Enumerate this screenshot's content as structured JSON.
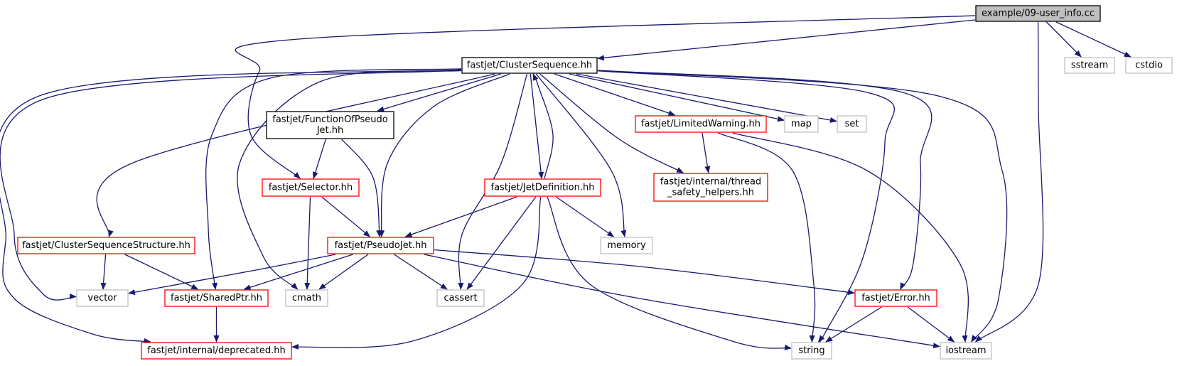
{
  "colors": {
    "edge": "#191970",
    "root_fill": "#bfbfbf",
    "root_border": "#000000",
    "documented_border": "#000000",
    "undocumented_border": "#ff0000",
    "system_border": "#bfbfbf"
  },
  "nodes": [
    {
      "id": "root",
      "kind": "root",
      "label": [
        "example/09-user_info.cc"
      ]
    },
    {
      "id": "cs",
      "kind": "documented",
      "label": [
        "fastjet/ClusterSequence.hh"
      ]
    },
    {
      "id": "sstream",
      "kind": "system",
      "label": [
        "sstream"
      ]
    },
    {
      "id": "cstdio",
      "kind": "system",
      "label": [
        "cstdio"
      ]
    },
    {
      "id": "fopj",
      "kind": "documented",
      "label": [
        "fastjet/FunctionOfPseudo",
        "Jet.hh"
      ]
    },
    {
      "id": "lw",
      "kind": "undocumented",
      "label": [
        "fastjet/LimitedWarning.hh"
      ]
    },
    {
      "id": "map",
      "kind": "system",
      "label": [
        "map"
      ]
    },
    {
      "id": "set",
      "kind": "system",
      "label": [
        "set"
      ]
    },
    {
      "id": "sel",
      "kind": "undocumented",
      "label": [
        "fastjet/Selector.hh"
      ]
    },
    {
      "id": "jd",
      "kind": "undocumented",
      "label": [
        "fastjet/JetDefinition.hh"
      ]
    },
    {
      "id": "tsh",
      "kind": "undocumented",
      "label": [
        "fastjet/internal/thread",
        "_safety_helpers.hh"
      ]
    },
    {
      "id": "css",
      "kind": "undocumented",
      "label": [
        "fastjet/ClusterSequenceStructure.hh"
      ]
    },
    {
      "id": "pj",
      "kind": "undocumented",
      "label": [
        "fastjet/PseudoJet.hh"
      ]
    },
    {
      "id": "memory",
      "kind": "system",
      "label": [
        "memory"
      ]
    },
    {
      "id": "vector",
      "kind": "system",
      "label": [
        "vector"
      ]
    },
    {
      "id": "sp",
      "kind": "undocumented",
      "label": [
        "fastjet/SharedPtr.hh"
      ]
    },
    {
      "id": "cmath",
      "kind": "system",
      "label": [
        "cmath"
      ]
    },
    {
      "id": "cassert",
      "kind": "system",
      "label": [
        "cassert"
      ]
    },
    {
      "id": "err",
      "kind": "undocumented",
      "label": [
        "fastjet/Error.hh"
      ]
    },
    {
      "id": "dep",
      "kind": "undocumented",
      "label": [
        "fastjet/internal/deprecated.hh"
      ]
    },
    {
      "id": "string",
      "kind": "system",
      "label": [
        "string"
      ]
    },
    {
      "id": "iostream",
      "kind": "system",
      "label": [
        "iostream"
      ]
    }
  ],
  "edges": [
    [
      "root",
      "cs"
    ],
    [
      "root",
      "sstream"
    ],
    [
      "root",
      "cstdio"
    ],
    [
      "root",
      "iostream"
    ],
    [
      "root",
      "sel"
    ],
    [
      "cs",
      "fopj"
    ],
    [
      "cs",
      "lw"
    ],
    [
      "cs",
      "map"
    ],
    [
      "cs",
      "set"
    ],
    [
      "cs",
      "jd"
    ],
    [
      "cs",
      "tsh"
    ],
    [
      "cs",
      "css"
    ],
    [
      "cs",
      "pj"
    ],
    [
      "cs",
      "memory"
    ],
    [
      "cs",
      "vector"
    ],
    [
      "cs",
      "sp"
    ],
    [
      "cs",
      "cmath"
    ],
    [
      "cs",
      "cassert"
    ],
    [
      "cs",
      "err"
    ],
    [
      "cs",
      "dep"
    ],
    [
      "cs",
      "string"
    ],
    [
      "cs",
      "iostream"
    ],
    [
      "fopj",
      "sel"
    ],
    [
      "fopj",
      "pj"
    ],
    [
      "sel",
      "pj"
    ],
    [
      "sel",
      "cmath"
    ],
    [
      "lw",
      "tsh"
    ],
    [
      "lw",
      "string"
    ],
    [
      "lw",
      "iostream"
    ],
    [
      "jd",
      "cs"
    ],
    [
      "jd",
      "pj"
    ],
    [
      "jd",
      "memory"
    ],
    [
      "jd",
      "cassert"
    ],
    [
      "jd",
      "dep"
    ],
    [
      "jd",
      "string"
    ],
    [
      "css",
      "vector"
    ],
    [
      "css",
      "sp"
    ],
    [
      "pj",
      "vector"
    ],
    [
      "pj",
      "sp"
    ],
    [
      "pj",
      "cmath"
    ],
    [
      "pj",
      "cassert"
    ],
    [
      "pj",
      "err"
    ],
    [
      "pj",
      "iostream"
    ],
    [
      "sp",
      "dep"
    ],
    [
      "err",
      "string"
    ],
    [
      "err",
      "iostream"
    ]
  ]
}
